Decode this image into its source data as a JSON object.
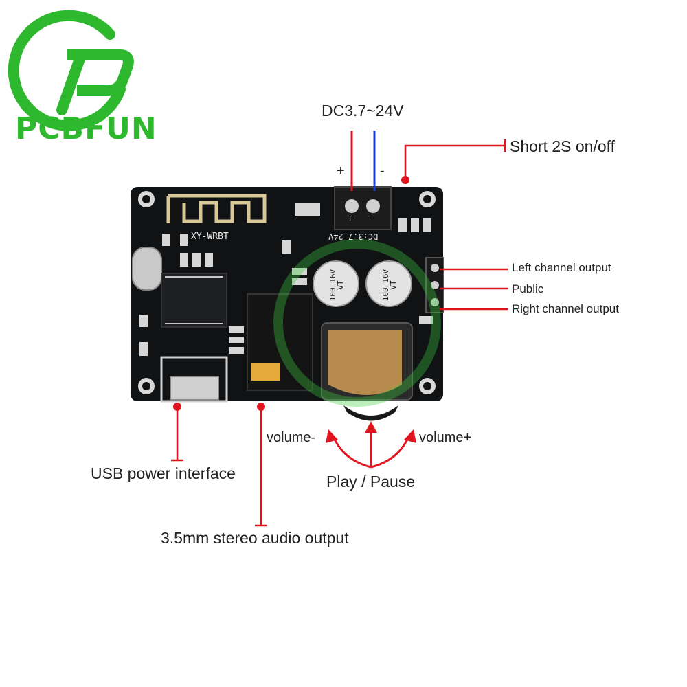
{
  "logo": {
    "text": "PCBFUN",
    "color": "#2eb82e"
  },
  "power": {
    "label": "DC3.7~24V",
    "plus": "+",
    "minus": "-"
  },
  "labels": {
    "short_press": "Short 2S on/off",
    "left_channel": "Left channel output",
    "public": "Public",
    "right_channel": "Right channel output",
    "volume_minus": "volume-",
    "volume_plus": "volume+",
    "play_pause": "Play / Pause",
    "usb_power": "USB power interface",
    "audio_output": "3.5mm stereo audio output"
  },
  "board": {
    "model": "XY-WRBT",
    "voltage_silk": "DC:3.7-24V",
    "cap_label_1": "100 16V VT",
    "cap_label_2": "100 16V VT",
    "pin_plus": "+",
    "pin_minus": "-"
  },
  "colors": {
    "leader_red": "#e0141e",
    "wire_blue": "#1a3fd6",
    "board": "#101214",
    "logo_green": "#2eb82e"
  }
}
